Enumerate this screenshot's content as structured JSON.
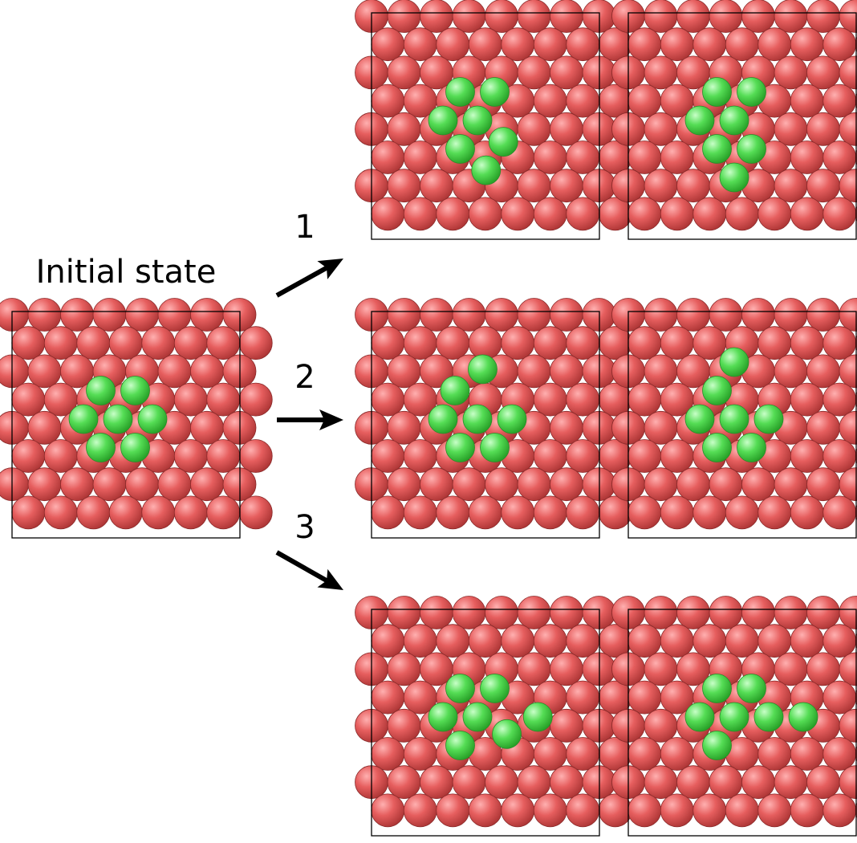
{
  "title": "Initial state",
  "colors": {
    "substrate_atom": "#e05858",
    "adatom": "#55dd55",
    "arrow": "#000000",
    "cell_border": "#000000"
  },
  "substrate": {
    "rows": 8,
    "columns": 7,
    "stacking": "hexagonal close-packed, alternating row offset"
  },
  "panels": [
    {
      "id": "initial",
      "label": "Initial state",
      "adatoms": [
        [
          -0.5,
          -1
        ],
        [
          0.5,
          -1
        ],
        [
          -1,
          0
        ],
        [
          0,
          0
        ],
        [
          1,
          0
        ],
        [
          -0.5,
          1
        ],
        [
          0.5,
          1
        ]
      ]
    },
    {
      "id": "path-1-a",
      "path": "1",
      "adatoms": [
        [
          -0.5,
          -1
        ],
        [
          0.5,
          -1
        ],
        [
          -1,
          0
        ],
        [
          0,
          0
        ],
        [
          -0.5,
          1
        ],
        [
          0.75,
          0.75
        ],
        [
          0.25,
          1.75
        ]
      ]
    },
    {
      "id": "path-1-b",
      "path": "1",
      "adatoms": [
        [
          -0.5,
          -1
        ],
        [
          0.5,
          -1
        ],
        [
          -1,
          0
        ],
        [
          0,
          0
        ],
        [
          -0.5,
          1
        ],
        [
          0.5,
          1
        ],
        [
          0,
          2
        ]
      ]
    },
    {
      "id": "path-2-a",
      "path": "2",
      "adatoms": [
        [
          0.15,
          -1.75
        ],
        [
          -0.65,
          -1
        ],
        [
          -1,
          0
        ],
        [
          0,
          0
        ],
        [
          1,
          0
        ],
        [
          -0.5,
          1
        ],
        [
          0.5,
          1
        ]
      ]
    },
    {
      "id": "path-2-b",
      "path": "2",
      "adatoms": [
        [
          0,
          -2
        ],
        [
          -0.5,
          -1
        ],
        [
          -1,
          0
        ],
        [
          0,
          0
        ],
        [
          1,
          0
        ],
        [
          -0.5,
          1
        ],
        [
          0.5,
          1
        ]
      ]
    },
    {
      "id": "path-3-a",
      "path": "3",
      "adatoms": [
        [
          -0.5,
          -1
        ],
        [
          0.5,
          -1
        ],
        [
          -1,
          0
        ],
        [
          0,
          0
        ],
        [
          -0.5,
          1
        ],
        [
          0.85,
          0.6
        ],
        [
          1.75,
          0
        ]
      ]
    },
    {
      "id": "path-3-b",
      "path": "3",
      "adatoms": [
        [
          -0.5,
          -1
        ],
        [
          0.5,
          -1
        ],
        [
          -1,
          0
        ],
        [
          0,
          0
        ],
        [
          1,
          0
        ],
        [
          2,
          0
        ],
        [
          -0.5,
          1
        ]
      ]
    }
  ],
  "arrows": [
    {
      "id": "arrow-1",
      "label": "1",
      "direction": "up-right"
    },
    {
      "id": "arrow-2",
      "label": "2",
      "direction": "right"
    },
    {
      "id": "arrow-3",
      "label": "3",
      "direction": "down-right"
    }
  ]
}
